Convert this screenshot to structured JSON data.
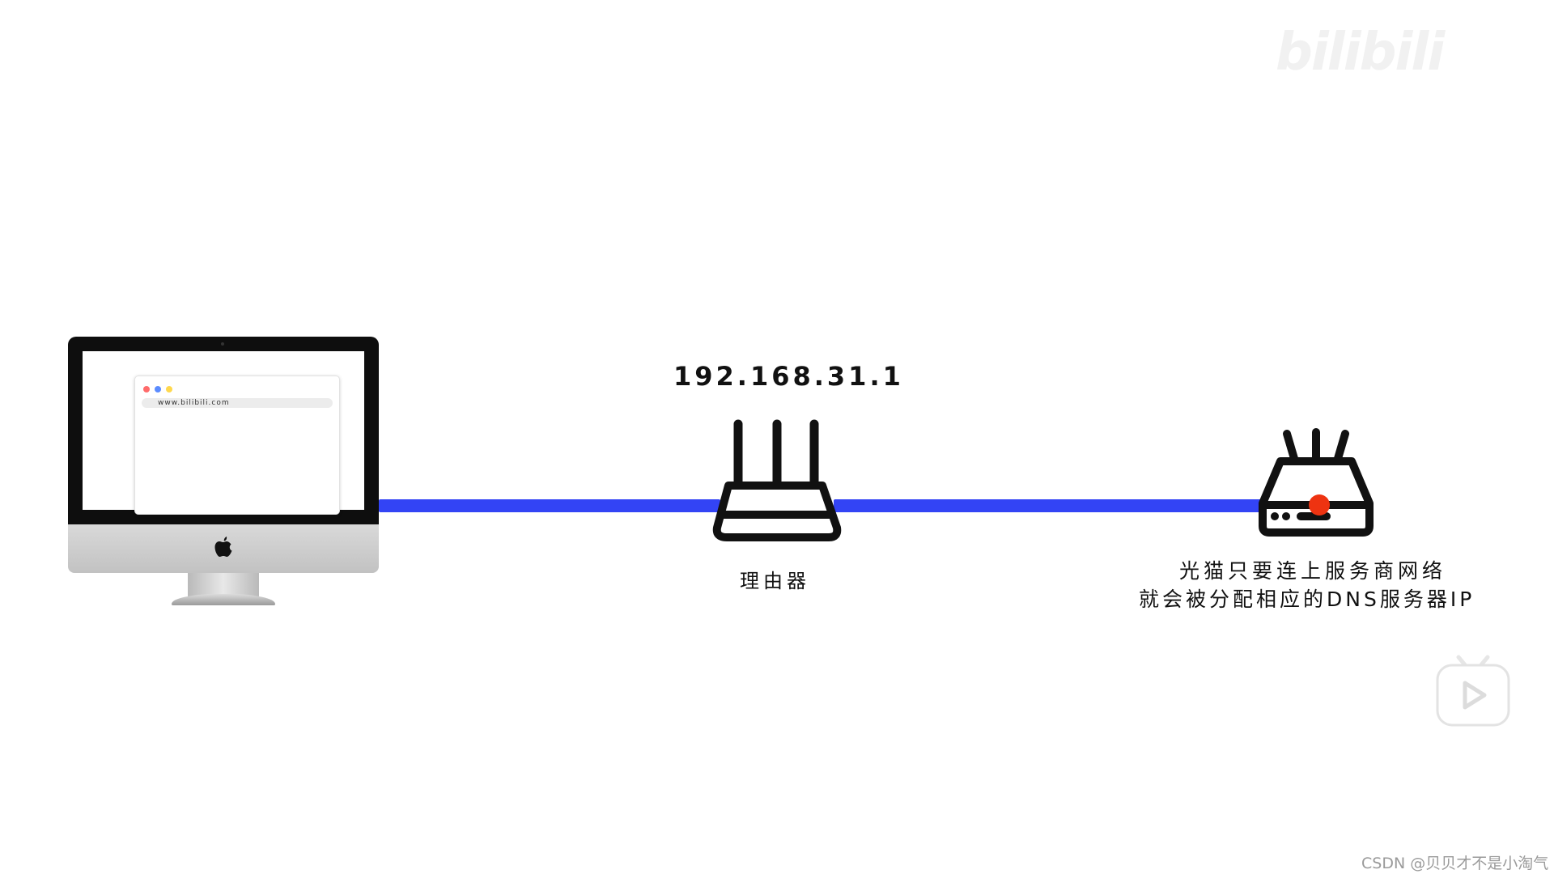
{
  "diagram": {
    "computer": {
      "browser_url": "www.bilibili.com",
      "window_dot_colors": [
        "#ff6b6b",
        "#5b8cff",
        "#ffd84d"
      ]
    },
    "router": {
      "ip": "192.168.31.1",
      "label": "理由器"
    },
    "modem": {
      "caption_line_1": "光猫只要连上服务商网络",
      "caption_line_2": "就会被分配相应的DNS服务器IP",
      "indicator_color": "#ee3311"
    },
    "cable_color": "#3344f5"
  },
  "watermark": {
    "text": "bilibili",
    "credit": "CSDN @贝贝才不是小淘气"
  }
}
